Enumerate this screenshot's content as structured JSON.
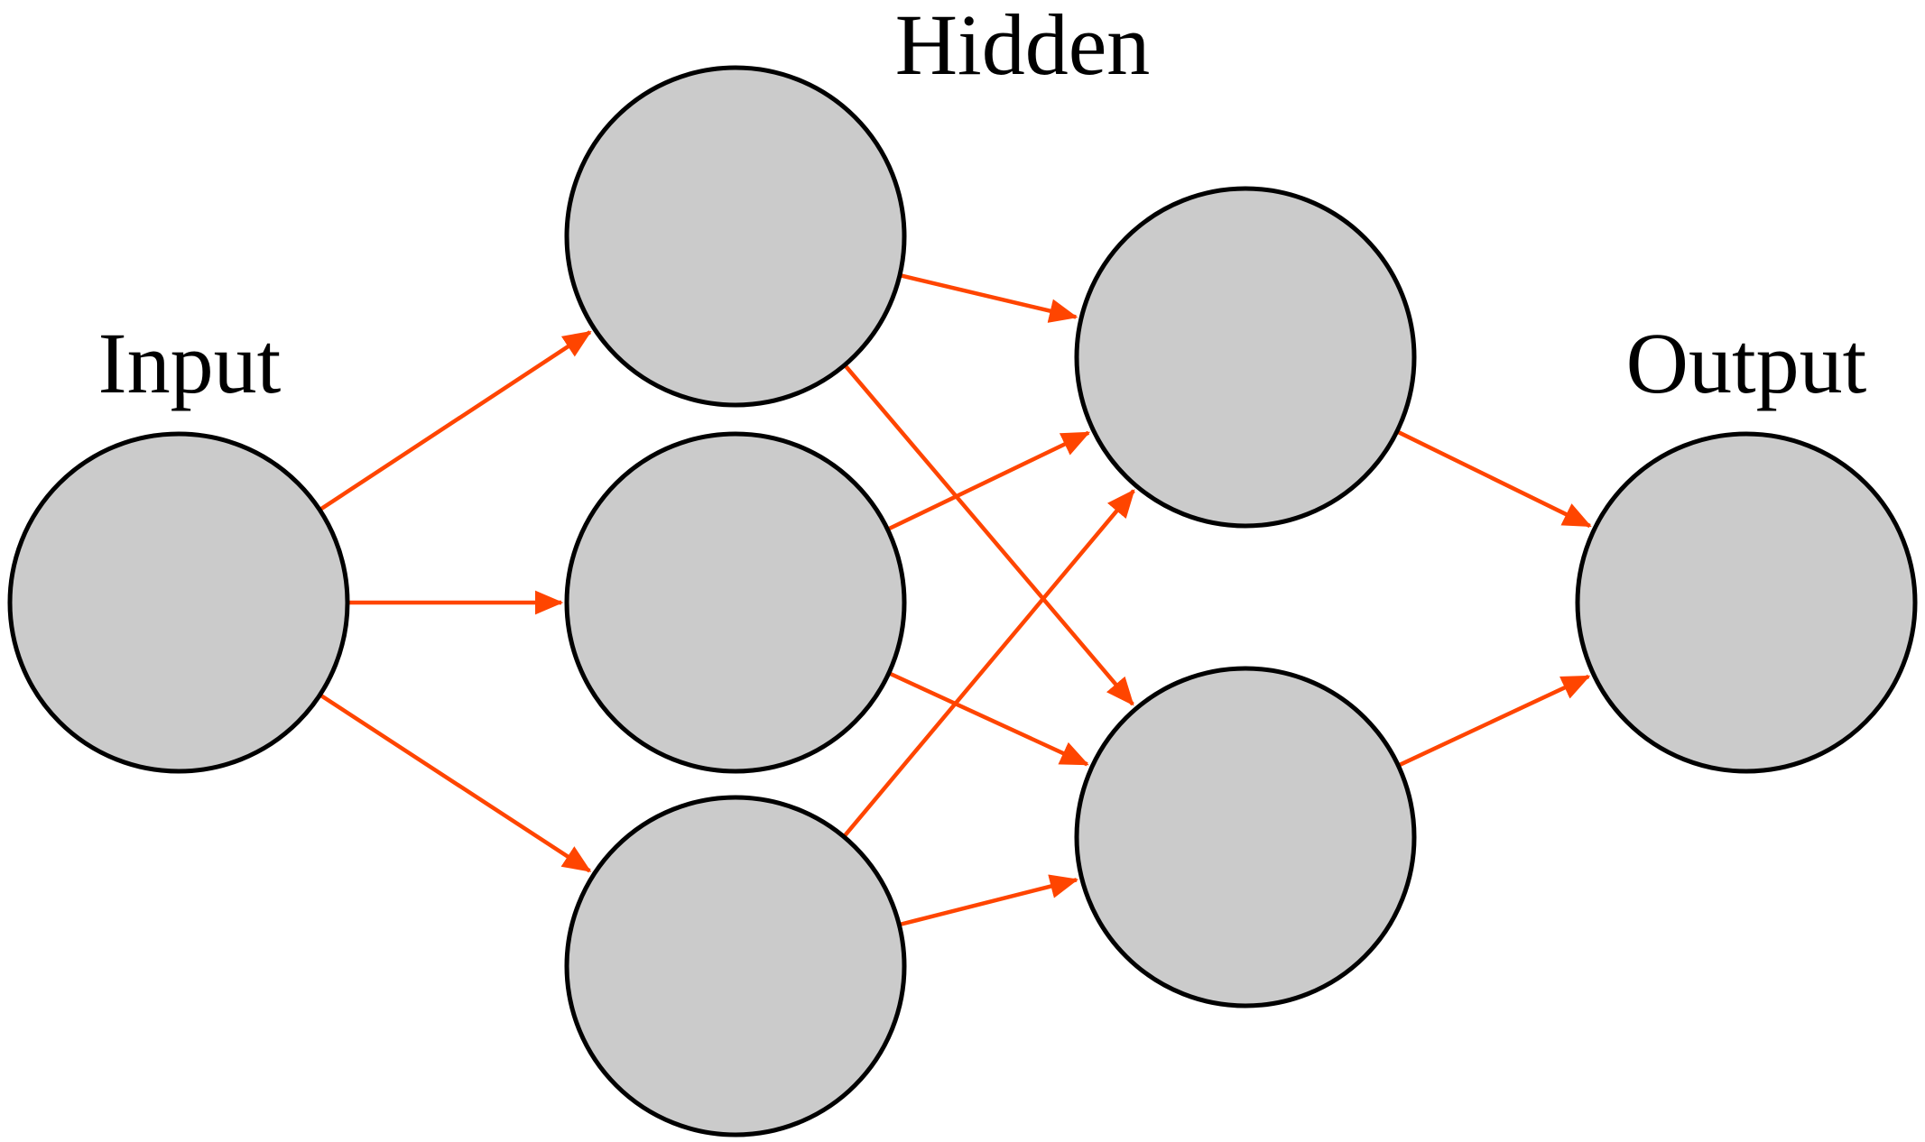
{
  "colors": {
    "node_fill": "#cbcbcb",
    "node_stroke": "#000000",
    "edge": "#ff4500",
    "label": "#000000",
    "background": "#ffffff"
  },
  "labels": {
    "input": "Input",
    "hidden": "Hidden",
    "output": "Output"
  },
  "nodes": [
    {
      "id": "input-1",
      "layer": "input"
    },
    {
      "id": "hidden1-1",
      "layer": "hidden"
    },
    {
      "id": "hidden1-2",
      "layer": "hidden"
    },
    {
      "id": "hidden1-3",
      "layer": "hidden"
    },
    {
      "id": "hidden2-1",
      "layer": "hidden"
    },
    {
      "id": "hidden2-2",
      "layer": "hidden"
    },
    {
      "id": "output-1",
      "layer": "output"
    }
  ],
  "edges": [
    {
      "from": "input-1",
      "to": "hidden1-1"
    },
    {
      "from": "input-1",
      "to": "hidden1-2"
    },
    {
      "from": "input-1",
      "to": "hidden1-3"
    },
    {
      "from": "hidden1-1",
      "to": "hidden2-1"
    },
    {
      "from": "hidden1-1",
      "to": "hidden2-2"
    },
    {
      "from": "hidden1-2",
      "to": "hidden2-1"
    },
    {
      "from": "hidden1-2",
      "to": "hidden2-2"
    },
    {
      "from": "hidden1-3",
      "to": "hidden2-1"
    },
    {
      "from": "hidden1-3",
      "to": "hidden2-2"
    },
    {
      "from": "hidden2-1",
      "to": "output-1"
    },
    {
      "from": "hidden2-2",
      "to": "output-1"
    }
  ]
}
